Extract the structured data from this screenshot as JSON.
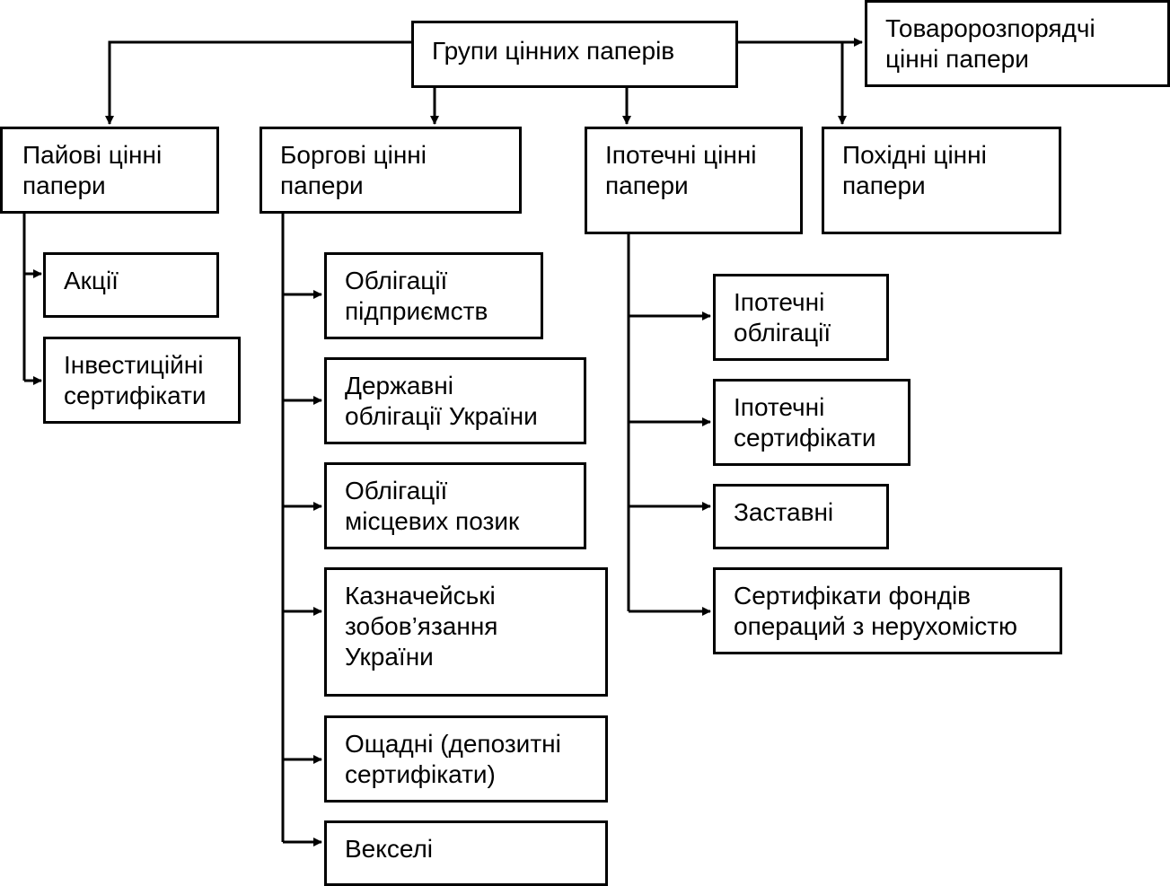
{
  "diagram": {
    "root": "Групи цінних паперів",
    "tovaro": "Товаророзпорядчі\nцінні папери",
    "groups": {
      "payovi": "Пайові цінні\nпапери",
      "borgovi": "Боргові цінні\nпапери",
      "ipotechni": "Іпотечні цінні\nпапери",
      "pokhidni": "Похідні цінні\nпапери"
    },
    "payovi_children": [
      "Акції",
      "Інвестиційні\nсертифікати"
    ],
    "borgovi_children": [
      "Облігації\nпідприємств",
      "Державні\nоблігації України",
      "Облігації\nмісцевих позик",
      "Казначейські\nзобов’язання\nУкраїни",
      "Ощадні (депозитні\nсертифікати)",
      "Векселі"
    ],
    "ipotechni_children": [
      "Іпотечні\nоблігації",
      "Іпотечні\nсертифікати",
      "Заставні",
      "Сертифікати фондів\nопераций з нерухомістю"
    ]
  }
}
